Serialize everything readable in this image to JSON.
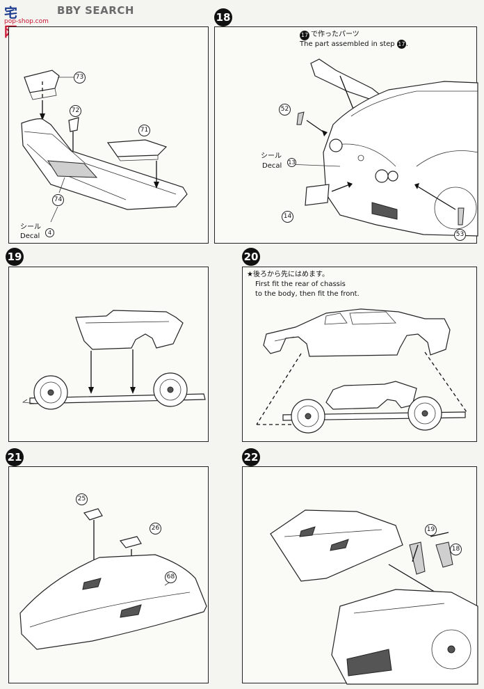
{
  "watermark": {
    "logo_a": "宅",
    "logo_b": "网",
    "text": "BBY SEARCH",
    "url": "pop-shop.com"
  },
  "step17": {
    "parts": {
      "p73": "73",
      "p72": "72",
      "p71": "71",
      "p74": "74"
    },
    "decal_jp": "シール",
    "decal_num": "4",
    "decal_en": "Decal"
  },
  "step18": {
    "badge": "18",
    "ref_num": "17",
    "note_jp": "で作ったパーツ",
    "note_en": "The part assembled in step",
    "note_en_suffix": ".",
    "parts": {
      "p52": "52",
      "p13": "13",
      "p14": "14",
      "p53": "53"
    },
    "decal_jp": "シール",
    "decal_en": "Decal"
  },
  "step19": {
    "badge": "19"
  },
  "step20": {
    "badge": "20",
    "note_jp": "★後ろから先にはめます。",
    "note_en_1": "First fit the rear of chassis",
    "note_en_2": "to the body, then fit the front."
  },
  "step21": {
    "badge": "21",
    "parts": {
      "p25": "25",
      "p26": "26",
      "p68": "68"
    }
  },
  "step22": {
    "badge": "22",
    "parts": {
      "p19": "19",
      "p18": "18"
    }
  }
}
